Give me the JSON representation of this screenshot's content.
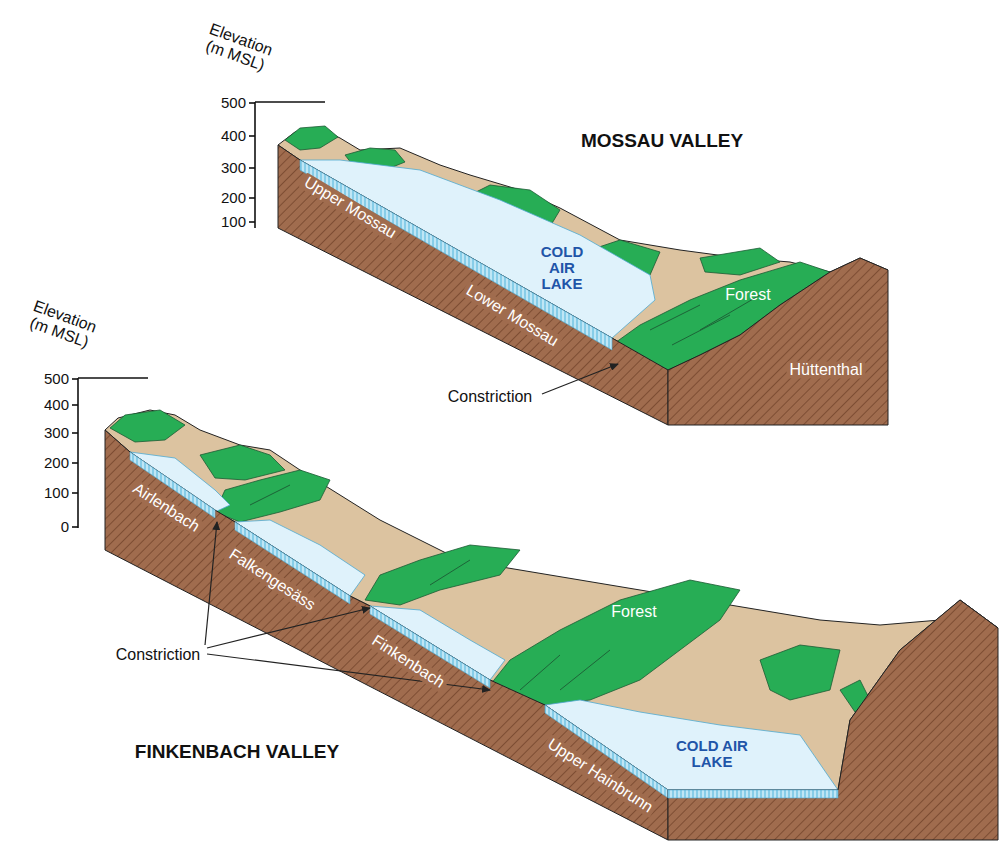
{
  "diagram": {
    "labels": [
      "Elevation (m MSL)",
      "500",
      "400",
      "300",
      "200",
      "100",
      "MOSSAU VALLEY",
      "Upper Mossau",
      "Lower Mossau",
      "COLD AIR LAKE",
      "Forest",
      "Hüttenthal",
      "Constriction",
      "Elevation (m MSL)",
      "500",
      "400",
      "300",
      "200",
      "100",
      "0",
      "Airlenbach",
      "Falkengesäss",
      "Finkenbach",
      "Upper Hainbrunn",
      "Forest",
      "COLD AIR LAKE",
      "Constriction",
      "FINKENBACH VALLEY"
    ]
  }
}
